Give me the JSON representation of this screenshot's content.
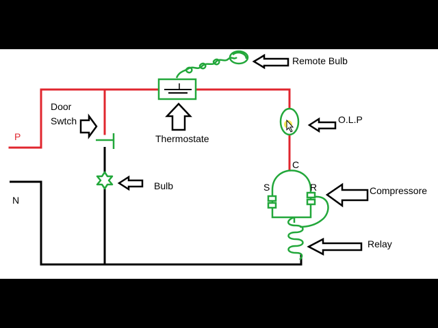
{
  "diagram": {
    "colors": {
      "live_wire": "#e0262e",
      "neutral_wire": "#000000",
      "component": "#22a73a",
      "background": "#ffffff",
      "letterbox": "#000000",
      "cursor_highlight": "#f5e642"
    },
    "labels": {
      "p": "P",
      "n": "N",
      "door_line1": "Door",
      "door_line2": "Swtch",
      "thermostat": "Thermostate",
      "remote_bulb": "Remote Bulb",
      "olp": "O.L.P",
      "c": "C",
      "s": "S",
      "r": "R",
      "compressor": "Compressore",
      "relay": "Relay",
      "bulb": "Bulb"
    }
  }
}
